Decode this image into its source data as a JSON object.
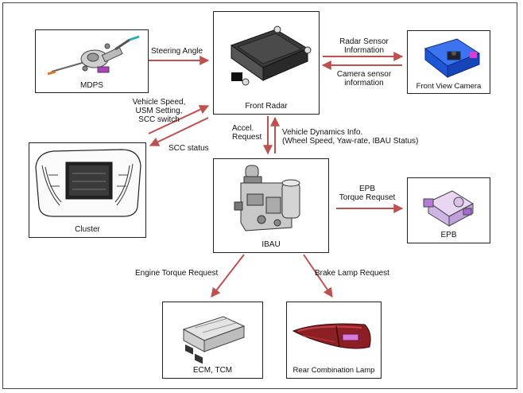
{
  "components": {
    "mdps": "MDPS",
    "front_radar": "Front Radar",
    "front_view_camera": "Front View Camera",
    "cluster": "Cluster",
    "ibau": "IBAU",
    "epb": "EPB",
    "ecm_tcm": "ECM, TCM",
    "rear_combination_lamp": "Rear Combination Lamp"
  },
  "signals": {
    "steering_angle": "Steering Angle",
    "radar_sensor_info": [
      "Radar Sensor",
      "Information"
    ],
    "camera_sensor_info": [
      "Camera sensor",
      "information"
    ],
    "vehicle_speed": [
      "Vehicle Speed,",
      "USM Setting,",
      "SCC switch"
    ],
    "scc_status": "SCC status",
    "accel_request": [
      "Accel.",
      "Request"
    ],
    "vehicle_dynamics": [
      "Vehicle Dynamics Info.",
      "(Wheel Speed, Yaw-rate, IBAU Status)"
    ],
    "epb_torque_request": [
      "EPB",
      "Torque Requset"
    ],
    "engine_torque_request": "Engine Torque Request",
    "brake_lamp_request": "Brake Lamp Request"
  },
  "colors": {
    "arrow": "#c0504d",
    "border": "#222222",
    "camera_blue": "#1f56d6",
    "lamp_red": "#8b1f24"
  }
}
